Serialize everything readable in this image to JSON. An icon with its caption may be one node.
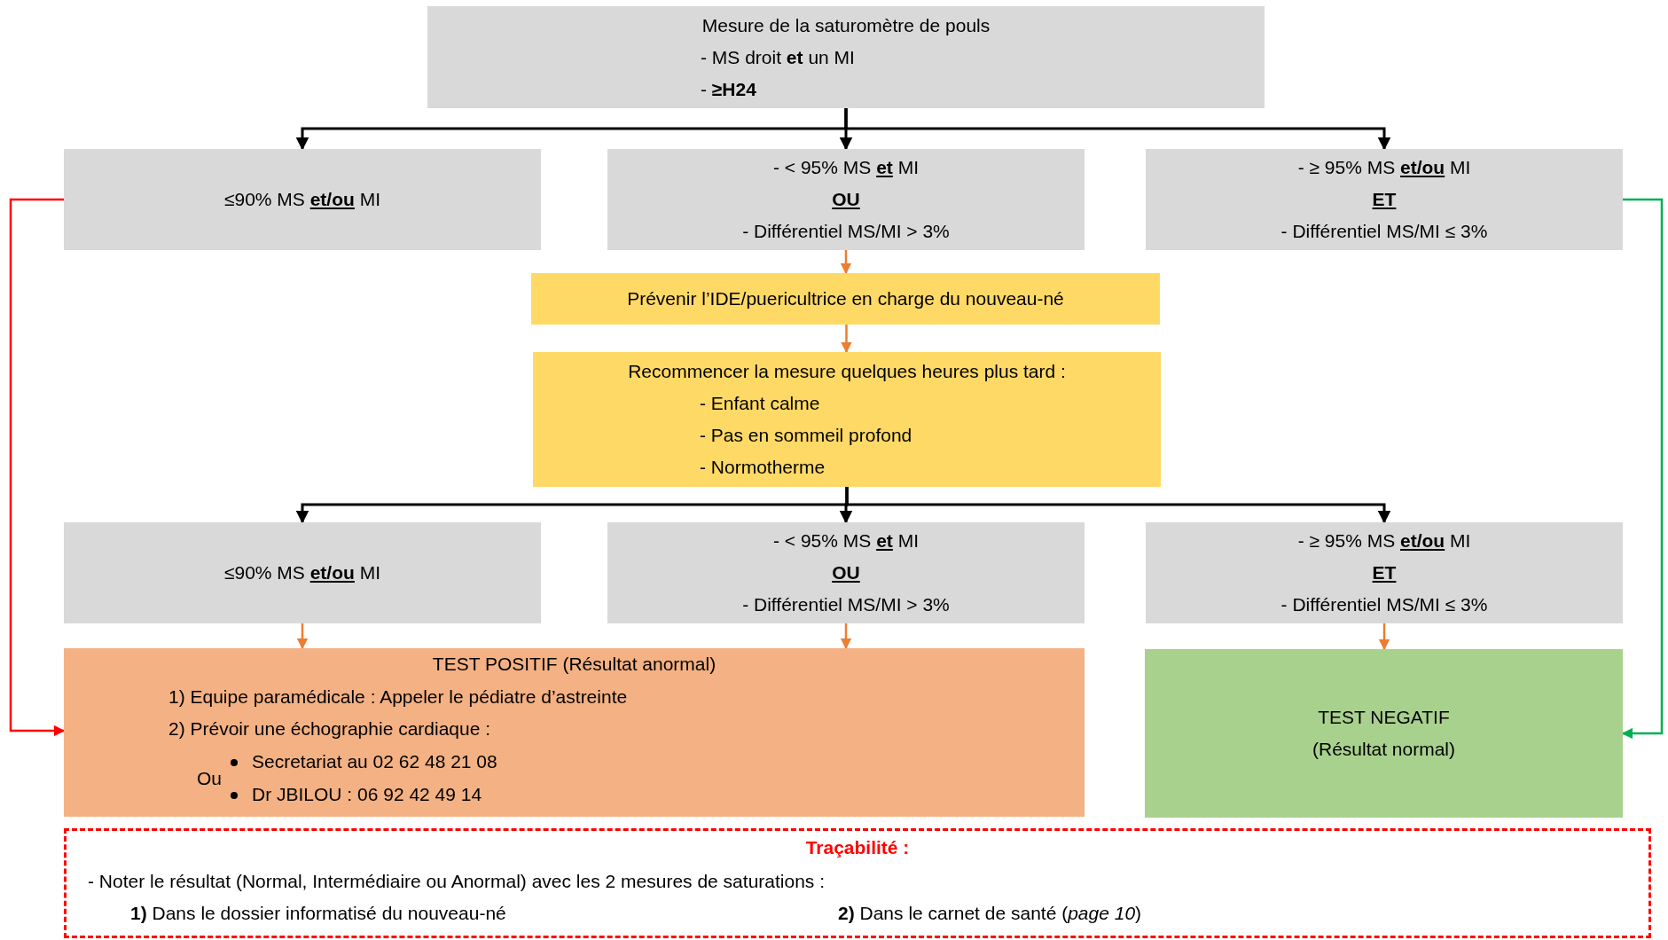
{
  "diagram": {
    "nodes": [
      {
        "text": [
          "Mesure de la saturomètre de pouls",
          "- MS droit **et** un MI",
          "- **≥H24**"
        ]
      },
      {
        "text": [
          "≤90% MS **et/ou** MI"
        ]
      },
      {
        "text": [
          "- < 95% MS **et** MI",
          "OU",
          "- Différentiel MS/MI > 3%"
        ]
      },
      {
        "text": [
          "- ≥ 95% MS **et/ou** MI",
          "ET",
          "- Différentiel MS/MI ≤ 3%"
        ]
      },
      {
        "text": [
          "Prévenir l’IDE/puericultrice en charge du nouveau-né"
        ]
      },
      {
        "text": [
          "Recommencer la mesure quelques heures plus tard :",
          "- Enfant calme",
          "- Pas en sommeil profond",
          "- Normotherme"
        ]
      },
      {
        "text": [
          "≤90% MS **et/ou** MI"
        ]
      },
      {
        "text": [
          "- < 95% MS **et** MI",
          "OU",
          "- Différentiel MS/MI > 3%"
        ]
      },
      {
        "text": [
          "- ≥ 95% MS **et/ou** MI",
          "ET",
          "- Différentiel MS/MI ≤ 3%"
        ]
      },
      {
        "text": [
          "TEST POSITIF (Résultat anormal)",
          "1) Equipe paramédicale : Appeler le pédiatre d’astreinte",
          "2) Prévoir une échographie cardiaque :",
          "Ou",
          "Secretariat au 02 62 48 21 08",
          "Dr JBILOU : 06 92 42 49 14"
        ]
      },
      {
        "text": [
          "TEST NEGATIF",
          "(Résultat normal)"
        ]
      },
      {
        "text": [
          "Traçabilité :",
          "- Noter le résultat (Normal, Intermédiaire ou Anormal) avec les 2 mesures de saturations :",
          "**1)** Dans le dossier informatisé du nouveau-né",
          "**2)** Dans le carnet de santé (*page 10*)"
        ]
      }
    ],
    "edges": [
      {
        "from": 0,
        "to": 1,
        "arrow": "to"
      },
      {
        "from": 0,
        "to": 2,
        "arrow": "to"
      },
      {
        "from": 0,
        "to": 3,
        "arrow": "to"
      },
      {
        "from": 2,
        "to": 4,
        "arrow": "to",
        "color": "#ed7d31"
      },
      {
        "from": 4,
        "to": 5,
        "arrow": "to",
        "color": "#ed7d31"
      },
      {
        "from": 5,
        "to": 6,
        "arrow": "to"
      },
      {
        "from": 5,
        "to": 7,
        "arrow": "to"
      },
      {
        "from": 5,
        "to": 8,
        "arrow": "to"
      },
      {
        "from": 6,
        "to": 9,
        "arrow": "to",
        "color": "#ed7d31"
      },
      {
        "from": 7,
        "to": 9,
        "arrow": "to",
        "color": "#ed7d31"
      },
      {
        "from": 8,
        "to": 10,
        "arrow": "to",
        "color": "#ed7d31"
      },
      {
        "from": 1,
        "to": 9,
        "arrow": "to",
        "color": "#ff0000"
      },
      {
        "from": 3,
        "to": 10,
        "arrow": "to",
        "color": "#00b050"
      }
    ]
  }
}
